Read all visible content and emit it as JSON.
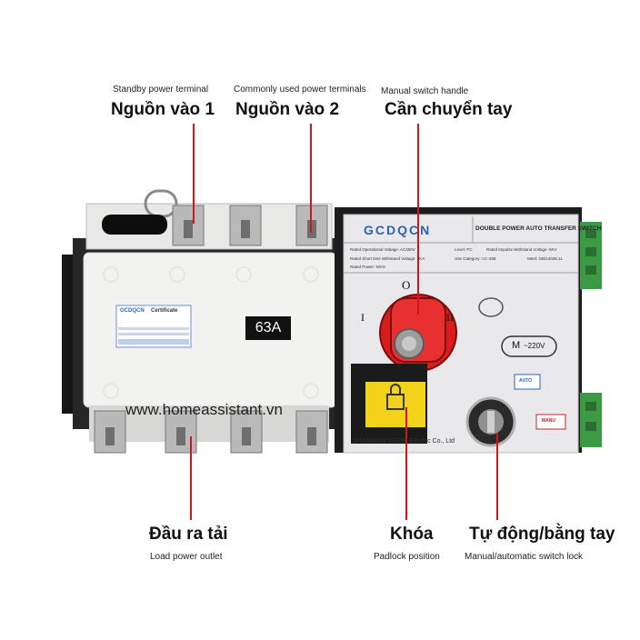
{
  "labels": {
    "standby_en": "Standby power terminal",
    "standby_vi": "Nguồn vào 1",
    "common_en": "Commonly used power terminals",
    "common_vi": "Nguồn vào 2",
    "handle_en": "Manual switch handle",
    "handle_vi": "Cần chuyển tay",
    "outlet_vi": "Đầu ra tải",
    "outlet_en": "Load power outlet",
    "padlock_vi": "Khóa",
    "padlock_en": "Padlock position",
    "lock_vi": "Tự động/bằng tay",
    "lock_en": "Manual/automatic switch lock"
  },
  "device": {
    "brand": "GCDQCN",
    "product_title": "DOUBLE POWER AUTO TRANSFER SWITCH",
    "certificate_brand": "GCDQCN",
    "certificate_title": "Certificate",
    "rating": "63A",
    "website": "www.homeassistant.vn",
    "maker": "SHANGHAI GECHI Electric Co., Ltd",
    "position_o": "O",
    "position_i": "I",
    "position_ii": "II",
    "motor_voltage": "~220V",
    "motor_symbol": "M",
    "auto_label": "AUTO",
    "manu_label": "MANU",
    "spec_voltage": "Rated Operational Voltage: AC400V",
    "spec_level": "Level: PC",
    "spec_impulse": "Rated Impulse Withstand Voltage: 6KV",
    "spec_short": "Rated Short time Withstand Voltage: 5KA",
    "spec_category": "Use Category: AC-33B",
    "spec_standard": "Meet: GB/14048.11",
    "spec_frequency": "Rated Power: 50Hz"
  },
  "colors": {
    "accent_line": "#d2171c",
    "handle_red": "#e02020",
    "padlock_yellow": "#f3d21a",
    "body_white": "#f2f2f0",
    "panel_grey": "#e9e9ec",
    "frame_black": "#161616",
    "terminal_green": "#3c9a45",
    "brand_blue": "#2c64b5"
  }
}
